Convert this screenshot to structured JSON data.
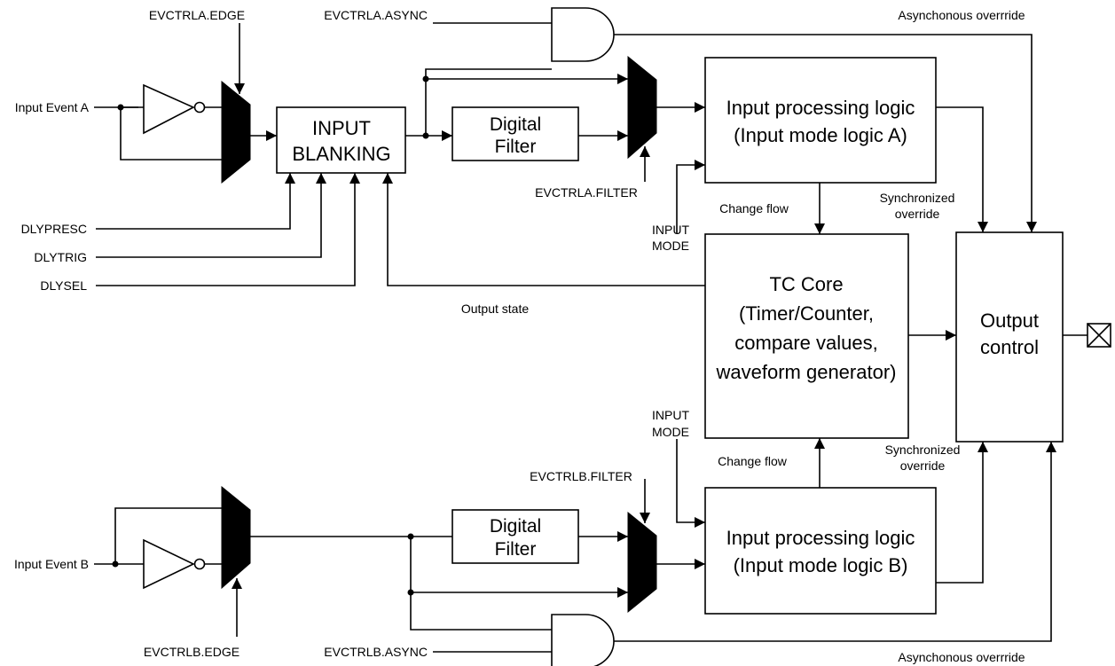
{
  "signals": {
    "evctrla_edge": "EVCTRLA.EDGE",
    "evctrla_async": "EVCTRLA.ASYNC",
    "evctrla_filter": "EVCTRLA.FILTER",
    "evctrlb_edge": "EVCTRLB.EDGE",
    "evctrlb_async": "EVCTRLB.ASYNC",
    "evctrlb_filter": "EVCTRLB.FILTER",
    "input_event_a": "Input Event A",
    "input_event_b": "Input Event B",
    "dlypresc": "DLYPRESC",
    "dlytrig": "DLYTRIG",
    "dlysel": "DLYSEL"
  },
  "blocks": {
    "input_blanking": [
      "INPUT",
      "BLANKING"
    ],
    "digital_filter_a": [
      "Digital",
      "Filter"
    ],
    "digital_filter_b": [
      "Digital",
      "Filter"
    ],
    "input_processing_a": [
      "Input processing logic",
      "(Input mode logic A)"
    ],
    "input_processing_b": [
      "Input processing logic",
      "(Input mode logic B)"
    ],
    "tc_core": [
      "TC Core",
      "(Timer/Counter,",
      "compare values,",
      "waveform generator)"
    ],
    "output_control": [
      "Output",
      "control"
    ]
  },
  "annotations": {
    "async_override_top": "Asynchonous overrride",
    "async_override_bottom": "Asynchonous overrride",
    "sync_override_top": [
      "Synchronized",
      "override"
    ],
    "sync_override_bottom": [
      "Synchronized",
      "override"
    ],
    "change_flow_top": "Change flow",
    "change_flow_bottom": "Change flow",
    "input_mode_top": [
      "INPUT",
      "MODE"
    ],
    "input_mode_bottom": [
      "INPUT",
      "MODE"
    ],
    "output_state": "Output state"
  }
}
